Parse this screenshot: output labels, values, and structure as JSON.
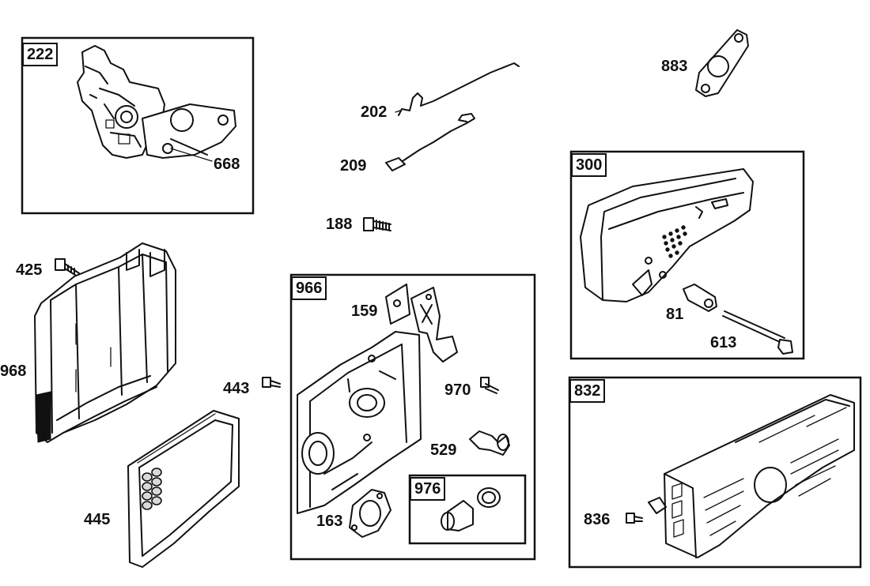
{
  "boxes": {
    "b222": "222",
    "b966": "966",
    "b976": "976",
    "b300": "300",
    "b832": "832"
  },
  "parts": {
    "p668": "668",
    "p202": "202",
    "p209": "209",
    "p188": "188",
    "p883": "883",
    "p425": "425",
    "p968": "968",
    "p445": "445",
    "p443": "443",
    "p159": "159",
    "p970": "970",
    "p529": "529",
    "p163": "163",
    "p81": "81",
    "p613": "613",
    "p836": "836"
  }
}
